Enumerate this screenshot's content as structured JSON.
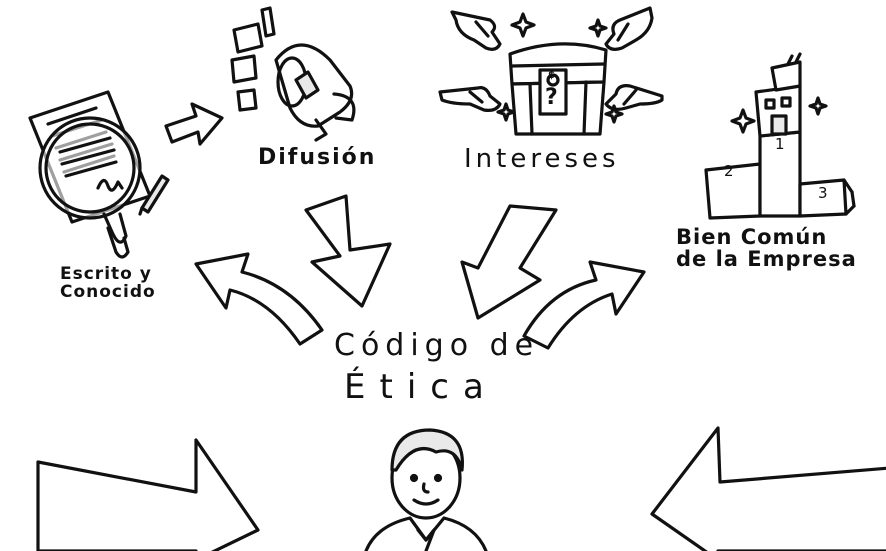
{
  "labels": {
    "escrito_line1": "Escrito y",
    "escrito_line2": "Conocido",
    "difusion": "Difusión",
    "intereses": "Intereses",
    "bien_line1": "Bien Común",
    "bien_line2": "de la Empresa",
    "codigo_line1": "Código de",
    "codigo_line2": "Ética"
  },
  "podium_numbers": [
    "1",
    "2",
    "3"
  ],
  "chest_marks": [
    "?",
    "$"
  ],
  "icons": {
    "document": "magnifier-document-icon",
    "megaphone": "megaphone-icon",
    "chest": "treasure-chest-icon",
    "podium": "podium-icon",
    "person": "businessman-icon"
  },
  "colors": {
    "ink": "#111111",
    "paper": "#ffffff"
  }
}
